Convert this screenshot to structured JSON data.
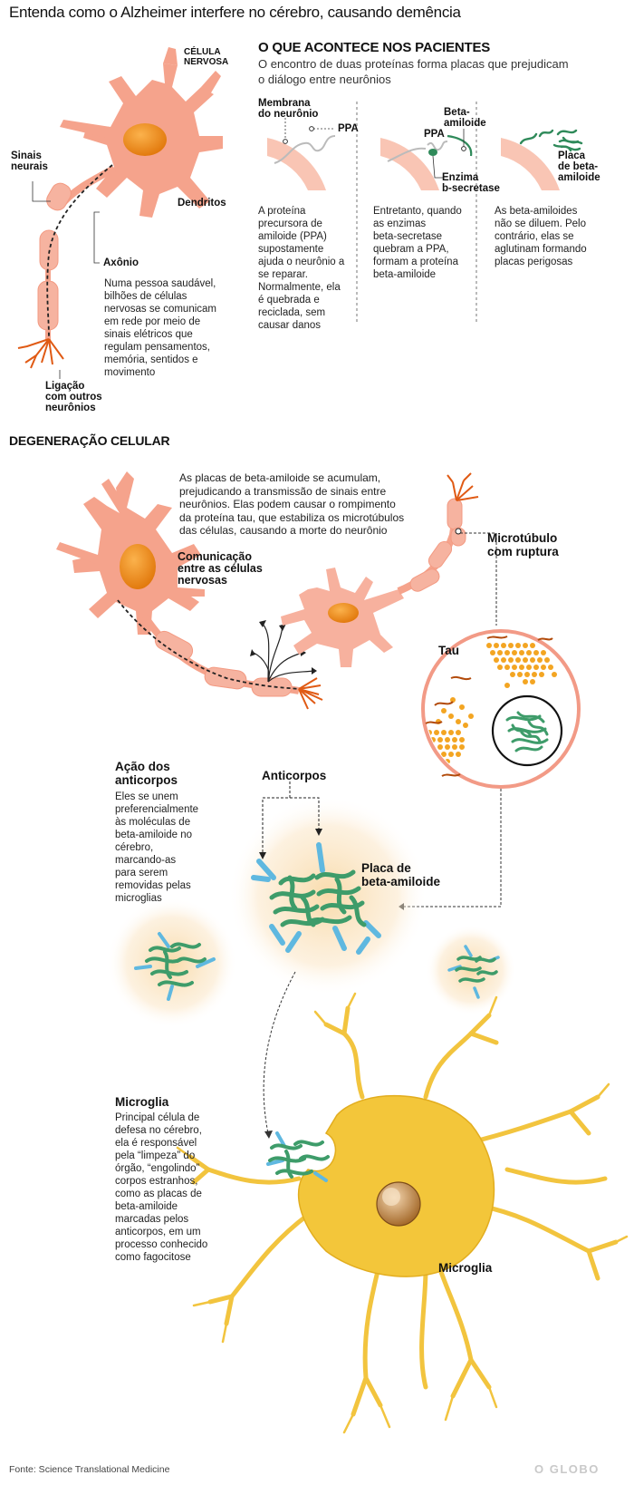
{
  "title": "Entenda como o Alzheimer interfere no cérebro, causando demência",
  "neuron": {
    "cell_label": "CÉLULA\nNERVOSA",
    "signals_label": "Sinais\nneurais",
    "dendrites_label": "Dendritos",
    "axon_label": "Axônio",
    "link_label": "Ligação\ncom outros\nneurônios",
    "description": "Numa pessoa saudável,\nbilhões de células\nnervosas se comunicam\nem rede por meio de\nsinais elétricos que\nregulam pensamentos,\nmemória, sentidos e\nmovimento"
  },
  "patients": {
    "heading": "O QUE ACONTECE NOS PACIENTES",
    "intro": "O encontro de duas proteínas forma placas que prejudicam\no diálogo entre neurônios",
    "step1": {
      "membrane_label": "Membrana\ndo neurônio",
      "ppa_label": "PPA",
      "text": "A proteína\nprecursora de\namiloide (PPA)\nsupostamente\najuda o neurônio a\nse reparar.\nNormalmente, ela\né quebrada e\nreciclada, sem\ncausar danos"
    },
    "step2": {
      "beta_label": "Beta-\namiloide",
      "ppa_label": "PPA",
      "enzyme_label": "Enzima\nb-secretase",
      "text": "Entretanto, quando\nas enzimas\nbeta-secretase\nquebram a PPA,\nformam a proteína\nbeta-amiloide"
    },
    "step3": {
      "plaque_label": "Placa\nde beta-\namiloide",
      "text": "As beta-amiloides\nnão se diluem. Pelo\ncontrário, elas se\naglutinam formando\nplacas perigosas"
    }
  },
  "degeneration": {
    "heading": "DEGENERAÇÃO CELULAR",
    "text": "As placas de beta-amiloide se acumulam,\nprejudicando a transmissão de sinais entre\nneurônios. Elas podem causar o rompimento\nda proteína tau, que estabiliza os microtúbulos\ndas células, causando a morte do neurônio",
    "communication_label": "Comunicação\nentre as células\nnervosas",
    "microtubule_label": "Microtúbulo\ncom ruptura",
    "tau_label": "Tau"
  },
  "antibodies": {
    "heading": "Ação dos\nanticorpos",
    "text": "Eles se unem\npreferencialmente\nàs moléculas de\nbeta-amiloide no\ncérebro,\nmarcando-as\npara serem\nremovidas pelas\nmicroglias",
    "antibodies_label": "Anticorpos",
    "plaque_label": "Placa de\nbeta-amiloide"
  },
  "microglia": {
    "heading": "Microglia",
    "text": "Principal célula de\ndefesa no cérebro,\nela é responsável\npela “limpeza” do\nórgão, “engolindo”\ncorpos estranhos,\ncomo as placas de\nbeta-amiloide\nmarcadas pelos\nanticorpos, em um\nprocesso conhecido\ncomo fagocitose",
    "cell_label": "Microglia"
  },
  "footer": {
    "source": "Fonte: Science Translational Medicine",
    "logo": "O GLOBO"
  },
  "colors": {
    "neuron": "#f5a38c",
    "neuron_nucleus": "#f08a1c",
    "amyloid": "#3e9c6a",
    "antibody": "#5fb8e0",
    "microglia": "#f3c63a",
    "tau": "#f3a522"
  }
}
